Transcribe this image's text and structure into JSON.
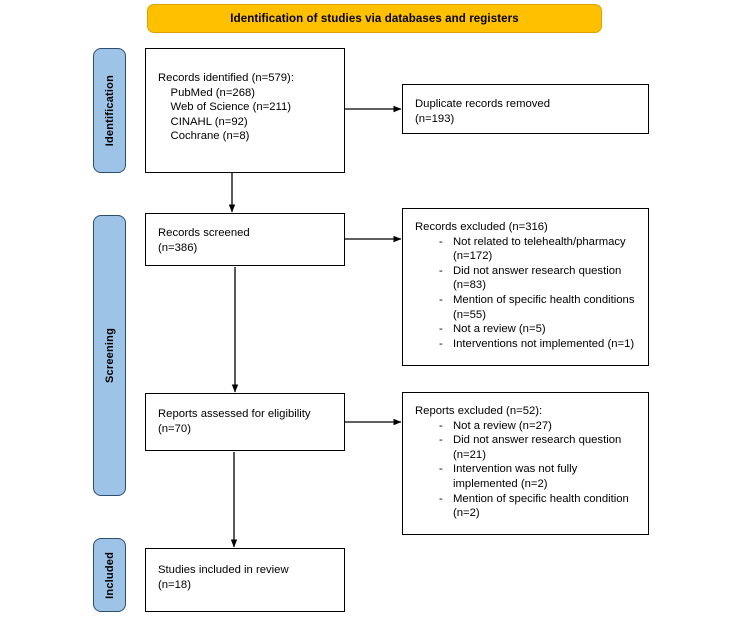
{
  "banner": {
    "title": "Identification of studies via databases and registers",
    "color": "#FFC000"
  },
  "stages": [
    {
      "id": "identification",
      "label": "Identification",
      "color": "#9DC3E6"
    },
    {
      "id": "screening",
      "label": "Screening",
      "color": "#9DC3E6"
    },
    {
      "id": "included",
      "label": "Included",
      "color": "#9DC3E6"
    }
  ],
  "boxes": {
    "records_identified": {
      "text": "Records identified (n=579):\n    PubMed (n=268)\n    Web of Science (n=211)\n    CINAHL (n=92)\n    Cochrane (n=8)"
    },
    "duplicates_removed": {
      "text": "Duplicate records removed\n(n=193)"
    },
    "records_screened": {
      "text": "Records screened\n(n=386)"
    },
    "records_excluded": {
      "heading": "Records excluded (n=316)",
      "bullet": "-",
      "items": [
        "Not related to telehealth/pharmacy (n=172)",
        "Did not answer research question (n=83)",
        "Mention of specific health conditions (n=55)",
        "Not a review (n=5)",
        "Interventions not implemented (n=1)"
      ]
    },
    "reports_assessed": {
      "text": "Reports assessed for eligibility\n(n=70)"
    },
    "reports_excluded": {
      "heading": "Reports excluded (n=52):",
      "bullet": "-",
      "items": [
        "Not a review (n=27)",
        "Did not answer research question (n=21)",
        "Intervention was not fully implemented (n=2)",
        "Mention of specific health condition (n=2)"
      ]
    },
    "studies_included": {
      "text": "Studies included in review\n(n=18)"
    }
  },
  "chart_data": {
    "type": "diagram",
    "title": "PRISMA flow diagram",
    "stages": [
      {
        "stage": "Identification",
        "nodes": [
          {
            "label": "Records identified",
            "n": 579,
            "sources": [
              {
                "name": "PubMed",
                "n": 268
              },
              {
                "name": "Web of Science",
                "n": 211
              },
              {
                "name": "CINAHL",
                "n": 92
              },
              {
                "name": "Cochrane",
                "n": 8
              }
            ]
          },
          {
            "label": "Duplicate records removed",
            "n": 193
          }
        ]
      },
      {
        "stage": "Screening",
        "nodes": [
          {
            "label": "Records screened",
            "n": 386
          },
          {
            "label": "Records excluded",
            "n": 316,
            "reasons": [
              {
                "name": "Not related to telehealth/pharmacy",
                "n": 172
              },
              {
                "name": "Did not answer research question",
                "n": 83
              },
              {
                "name": "Mention of specific health conditions",
                "n": 55
              },
              {
                "name": "Not a review",
                "n": 5
              },
              {
                "name": "Interventions not implemented",
                "n": 1
              }
            ]
          },
          {
            "label": "Reports assessed for eligibility",
            "n": 70
          },
          {
            "label": "Reports excluded",
            "n": 52,
            "reasons": [
              {
                "name": "Not a review",
                "n": 27
              },
              {
                "name": "Did not answer research question",
                "n": 21
              },
              {
                "name": "Intervention was not fully implemented",
                "n": 2
              },
              {
                "name": "Mention of specific health condition",
                "n": 2
              }
            ]
          }
        ]
      },
      {
        "stage": "Included",
        "nodes": [
          {
            "label": "Studies included in review",
            "n": 18
          }
        ]
      }
    ]
  }
}
